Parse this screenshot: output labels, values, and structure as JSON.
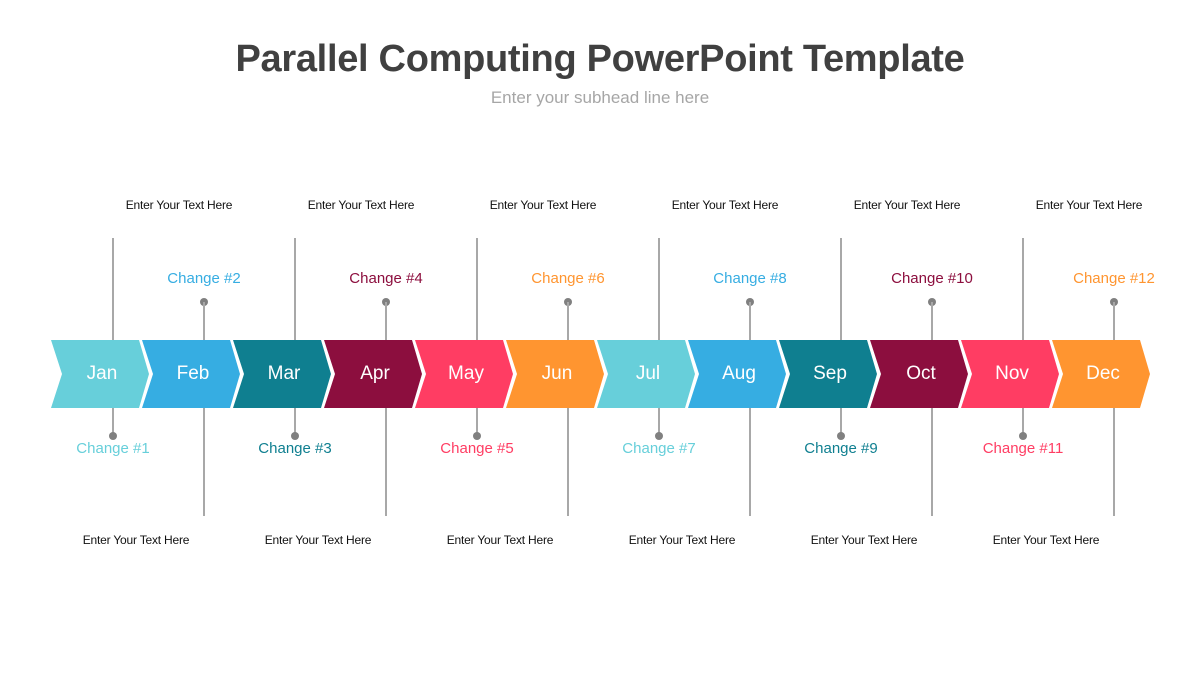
{
  "header": {
    "title": "Parallel Computing PowerPoint Template",
    "subtitle": "Enter your subhead line here"
  },
  "colors": {
    "light_teal": "#67CFDA",
    "sky_blue": "#36ADE2",
    "dark_teal": "#0F7F90",
    "maroon": "#8C0E3E",
    "pink": "#FF3D63",
    "orange": "#FF9530",
    "line_gray": "#A8A8A8",
    "dot_gray": "#808080"
  },
  "months": [
    {
      "label": "Jan",
      "color": "#67CFDA"
    },
    {
      "label": "Feb",
      "color": "#36ADE2"
    },
    {
      "label": "Mar",
      "color": "#0F7F90"
    },
    {
      "label": "Apr",
      "color": "#8C0E3E"
    },
    {
      "label": "May",
      "color": "#FF3D63"
    },
    {
      "label": "Jun",
      "color": "#FF9530"
    },
    {
      "label": "Jul",
      "color": "#67CFDA"
    },
    {
      "label": "Aug",
      "color": "#36ADE2"
    },
    {
      "label": "Sep",
      "color": "#0F7F90"
    },
    {
      "label": "Oct",
      "color": "#8C0E3E"
    },
    {
      "label": "Nov",
      "color": "#FF3D63"
    },
    {
      "label": "Dec",
      "color": "#FF9530"
    }
  ],
  "changes": [
    {
      "label": "Change #1",
      "color": "#67CFDA"
    },
    {
      "label": "Change #2",
      "color": "#36ADE2"
    },
    {
      "label": "Change #3",
      "color": "#0F7F90"
    },
    {
      "label": "Change #4",
      "color": "#8C0E3E"
    },
    {
      "label": "Change #5",
      "color": "#FF3D63"
    },
    {
      "label": "Change #6",
      "color": "#FF9530"
    },
    {
      "label": "Change #7",
      "color": "#67CFDA"
    },
    {
      "label": "Change #8",
      "color": "#36ADE2"
    },
    {
      "label": "Change #9",
      "color": "#0F7F90"
    },
    {
      "label": "Change #10",
      "color": "#8C0E3E"
    },
    {
      "label": "Change #11",
      "color": "#FF3D63"
    },
    {
      "label": "Change #12",
      "color": "#FF9530"
    }
  ],
  "top_notes": [
    "Enter Your Text Here",
    "Enter Your Text Here",
    "Enter Your Text Here",
    "Enter Your Text Here",
    "Enter Your Text Here",
    "Enter Your Text Here"
  ],
  "bottom_notes": [
    "Enter Your Text Here",
    "Enter Your Text Here",
    "Enter Your Text Here",
    "Enter Your Text Here",
    "Enter Your Text Here",
    "Enter Your Text Here"
  ]
}
